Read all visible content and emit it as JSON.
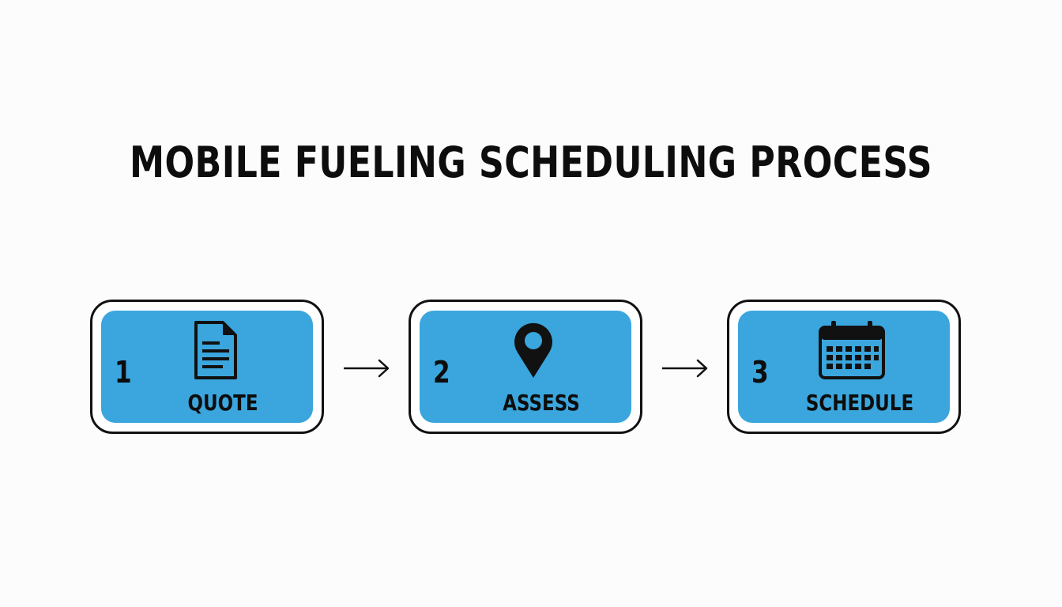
{
  "title": "MOBILE FUELING SCHEDULING PROCESS",
  "colors": {
    "panel": "#3aa6dd",
    "outline": "#111111",
    "background": "#fcfcfc"
  },
  "steps": [
    {
      "number": "1",
      "label": "QUOTE",
      "icon": "document-icon"
    },
    {
      "number": "2",
      "label": "ASSESS",
      "icon": "location-pin-icon"
    },
    {
      "number": "3",
      "label": "SCHEDULE",
      "icon": "calendar-icon"
    }
  ]
}
